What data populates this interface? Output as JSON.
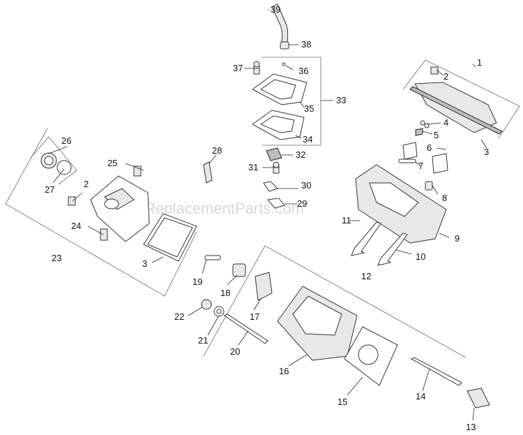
{
  "watermark": "eReplacementParts.com",
  "callouts": {
    "c1": "1",
    "c2a": "2",
    "c2b": "2",
    "c3a": "3",
    "c3b": "3",
    "c4": "4",
    "c5": "5",
    "c6": "6",
    "c7": "7",
    "c8": "8",
    "c9": "9",
    "c10": "10",
    "c11": "11",
    "c12": "12",
    "c13": "13",
    "c14": "14",
    "c15": "15",
    "c16": "16",
    "c17": "17",
    "c18": "18",
    "c19": "19",
    "c20": "20",
    "c21": "21",
    "c22": "22",
    "c23": "23",
    "c24": "24",
    "c25": "25",
    "c26": "26",
    "c27": "27",
    "c28": "28",
    "c29": "29",
    "c30": "30",
    "c31": "31",
    "c32": "32",
    "c33": "33",
    "c34": "34",
    "c35": "35",
    "c36": "36",
    "c37": "37",
    "c38": "38",
    "c39": "39"
  }
}
